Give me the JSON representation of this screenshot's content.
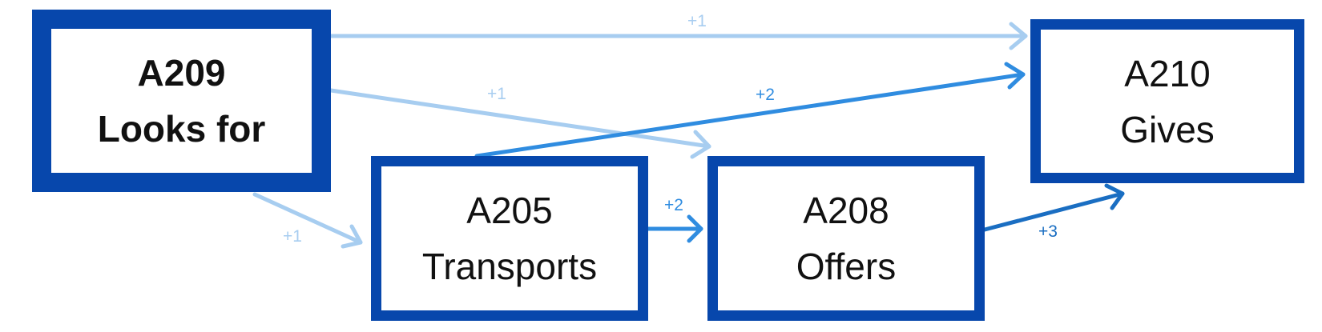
{
  "colors": {
    "node_border": "#0747ac",
    "edge_weight_1": "#a7cdf0",
    "edge_weight_2": "#2f8ce0",
    "edge_weight_3": "#1a6ec2"
  },
  "nodes": {
    "a209": {
      "code": "A209",
      "name": "Looks for"
    },
    "a205": {
      "code": "A205",
      "name": "Transports"
    },
    "a208": {
      "code": "A208",
      "name": "Offers"
    },
    "a210": {
      "code": "A210",
      "name": "Gives"
    }
  },
  "edges": [
    {
      "from": "A209",
      "to": "A210",
      "label": "+1"
    },
    {
      "from": "A209",
      "to": "A208",
      "label": "+1"
    },
    {
      "from": "A209",
      "to": "A205",
      "label": "+1"
    },
    {
      "from": "A205",
      "to": "A210",
      "label": "+2"
    },
    {
      "from": "A205",
      "to": "A208",
      "label": "+2"
    },
    {
      "from": "A208",
      "to": "A210",
      "label": "+3"
    }
  ]
}
